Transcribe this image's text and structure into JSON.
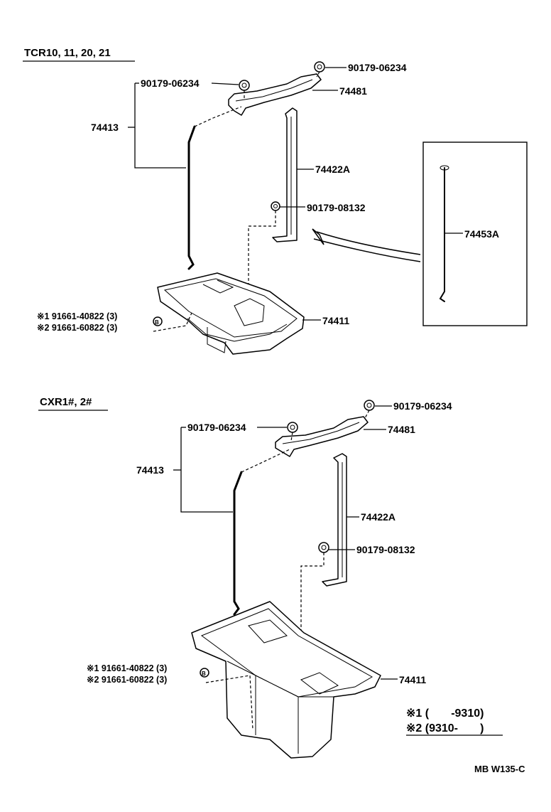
{
  "upper": {
    "model_label": "TCR10, 11, 20, 21",
    "parts": {
      "nut_left": "90179-06234",
      "nut_right": "90179-06234",
      "clamp": "74481",
      "rod": "74413",
      "bolt": "74422A",
      "nut_bolt": "90179-08132",
      "tray": "74411",
      "bolt_alt": "74453A"
    },
    "clip1": "※1  91661-40822 (3)",
    "clip2": "※2  91661-60822 (3)"
  },
  "lower": {
    "model_label": "CXR1#, 2#",
    "parts": {
      "nut_left": "90179-06234",
      "nut_right": "90179-06234",
      "clamp": "74481",
      "rod": "74413",
      "bolt": "74422A",
      "nut_bolt": "90179-08132",
      "tray": "74411"
    },
    "clip1": "※1 91661-40822 (3)",
    "clip2": "※2 91661-60822 (3)"
  },
  "notes": {
    "note1": "※1 (       -9310)",
    "note2": "※2 (9310-       )"
  },
  "diagram_code": "MB W135-C"
}
